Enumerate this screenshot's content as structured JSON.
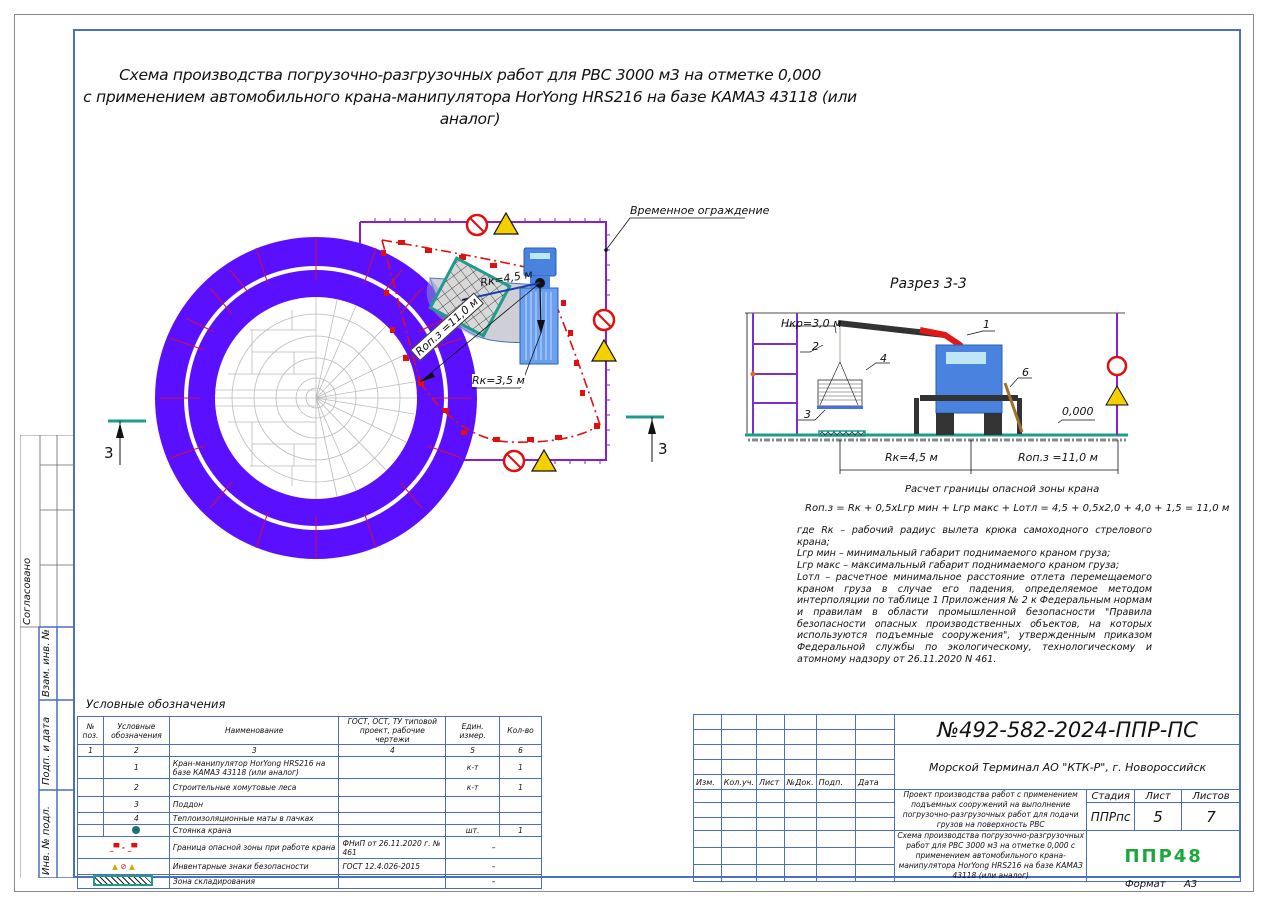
{
  "drawing": {
    "title_line1": "Схема производства погрузочно-разгрузочных работ для РВС 3000 м3 на отметке 0,000",
    "title_line2": "с применением автомобильного крана-манипулятора HorYong HRS216 на базе КАМАЗ 43118 (или аналог)"
  },
  "plan": {
    "fence_label": "Временное ограждение",
    "rk1": "Rк=4,5 м",
    "rk2": "Rк=3,5 м",
    "rop": "Rоп.з =11,0 м",
    "section_mark_left": "3",
    "section_mark_right": "3",
    "colors": {
      "tank_insulation": "#5a10ff",
      "fence": "#8a1fd0",
      "danger_zone": "#e01010",
      "storage": "#1f9c8c",
      "truck": "#4a82e0"
    }
  },
  "section": {
    "title": "Разрез 3-3",
    "hkr": "Нкр=3,0 м",
    "callouts": [
      "1",
      "2",
      "3",
      "4",
      "6"
    ],
    "elevation": "0,000",
    "dim_rk": "Rк=4,5 м",
    "dim_rop": "Rоп.з =11,0 м"
  },
  "calc": {
    "title": "Расчет границы опасной зоны крана",
    "formula": "Rоп.з = Rк + 0,5хLгр мин + Lгр макс + Lотл = 4,5 + 0,5х2,0 + 4,0 + 1,5  = 11,0 м",
    "lines": [
      "где       Rк – рабочий  радиус вылета крюка самоходного стрелового крана;",
      "Lгр мин – минимальный габарит поднимаемого краном груза;",
      "Lгр макс – максимальный габарит поднимаемого краном груза;",
      "Lотл – расчетное минимальное расстояние отлета перемещаемого краном груза в случае его падения, определяемое методом интерполяции по таблице 1 Приложения № 2 к Федеральным нормам и правилам в области промышленной безопасности \"Правила безопасности опасных производственных объектов, на которых используются подъемные сооружения\", утвержденным приказом Федеральной службы по экологическому, технологическому и атомному надзору от 26.11.2020 N 461."
    ]
  },
  "legend": {
    "title": "Условные обозначения",
    "headers": [
      "№ поз.",
      "Условные обозначения",
      "Наименование",
      "ГОСТ, ОСТ, ТУ типовой проект, рабочие чертежи",
      "Един. измер.",
      "Кол-во"
    ],
    "numbers": [
      "1",
      "2",
      "3",
      "4",
      "5",
      "6"
    ],
    "rows": [
      {
        "symbol": "1",
        "name": "Кран-манипулятор HorYong HRS216 на базе КАМАЗ 43118 (или аналог)",
        "doc": "",
        "unit": "к-т",
        "qty": "1"
      },
      {
        "symbol": "2",
        "name": "Строительные хомутовые леса",
        "doc": "",
        "unit": "к-т",
        "qty": "1"
      },
      {
        "symbol": "3",
        "name": "Поддон",
        "doc": "",
        "unit": "",
        "qty": ""
      },
      {
        "symbol": "4",
        "name": "Теплоизоляционные маты в пачках",
        "doc": "",
        "unit": "",
        "qty": ""
      },
      {
        "symbol": "crane-stand-icon",
        "name": "Стоянка крана",
        "doc": "",
        "unit": "шт.",
        "qty": "1"
      },
      {
        "symbol": "danger-line-icon",
        "name": "Граница опасной зоны при работе крана",
        "doc": "ФНиП  от 26.11.2020 г. № 461",
        "unit": "–",
        "qty": ""
      },
      {
        "symbol": "safety-signs-icon",
        "name": "Инвентарные знаки безопасности",
        "doc": "ГОСТ 12.4.026-2015",
        "unit": "–",
        "qty": ""
      },
      {
        "symbol": "storage-zone-icon",
        "name": "Зона складирования",
        "doc": "",
        "unit": "–",
        "qty": ""
      }
    ]
  },
  "title_block": {
    "doc_number": "№492-582-2024-ППР-ПС",
    "organization": "Морской Терминал АО \"КТК-Р\", г. Новороссийск",
    "change_headers": [
      "Изм.",
      "Кол.уч.",
      "Лист",
      "№Док.",
      "Подп.",
      "Дата"
    ],
    "project_name": "Проект производства работ с применением подъемных сооружений на выполнение погрузочно-разгрузочных работ для подачи грузов на поверхность РВС",
    "sheet_name": "Схема производства погрузочно-разгрузочных работ для РВС 3000 м3 на отметке 0,000 с применением автомобильного крана-манипулятора  HorYong HRS216 на базе КАМАЗ 43118 (или аналог)",
    "stage_label": "Стадия",
    "sheet_label": "Лист",
    "sheets_label": "Листов",
    "stage": "ППРпс",
    "sheet": "5",
    "sheets": "7",
    "company_logo": "ППР48",
    "format_label": "Формат",
    "format": "А3",
    "logo_color": "#1aa83a"
  },
  "side_stamp": {
    "agreed": "Согласовано",
    "inv_replace": "Взам. инв. №",
    "sign_date": "Подп. и дата",
    "inv_original": "Инв. № подл."
  }
}
